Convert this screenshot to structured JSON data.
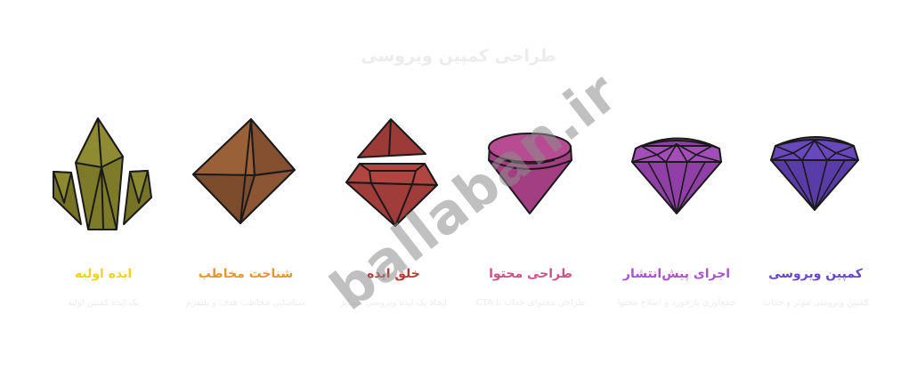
{
  "title": "طراحی کمپین ویروسی",
  "watermark": "ballaban.ir",
  "stages": [
    {
      "label": "ایده اولیه",
      "desc": "یک ایده کمپین اولیه",
      "color": "#F5D020",
      "icon": "crystal-cluster-icon"
    },
    {
      "label": "شناخت مخاطب",
      "desc": "شناسایی مخاطب هدف و پلتفرم",
      "color": "#E89530",
      "icon": "octahedron-gem-icon"
    },
    {
      "label": "خلق ایده",
      "desc": "ایجاد یک ایده ویروسی متمایز",
      "color": "#B83A35",
      "icon": "split-gem-icon"
    },
    {
      "label": "طراحی محتوا",
      "desc": "طراحی محتوای جذاب با CTA",
      "color": "#D0508A",
      "icon": "cut-gem-icon"
    },
    {
      "label": "اجرای پیش‌انتشار",
      "desc": "جمع‌آوری بازخورد و اصلاح محتوا",
      "color": "#B050D0",
      "icon": "faceted-gem-icon"
    },
    {
      "label": "کمپین ویروسی",
      "desc": "کمپین ویروسی موثر و جذاب",
      "color": "#6A45C8",
      "icon": "brilliant-diamond-icon"
    }
  ]
}
